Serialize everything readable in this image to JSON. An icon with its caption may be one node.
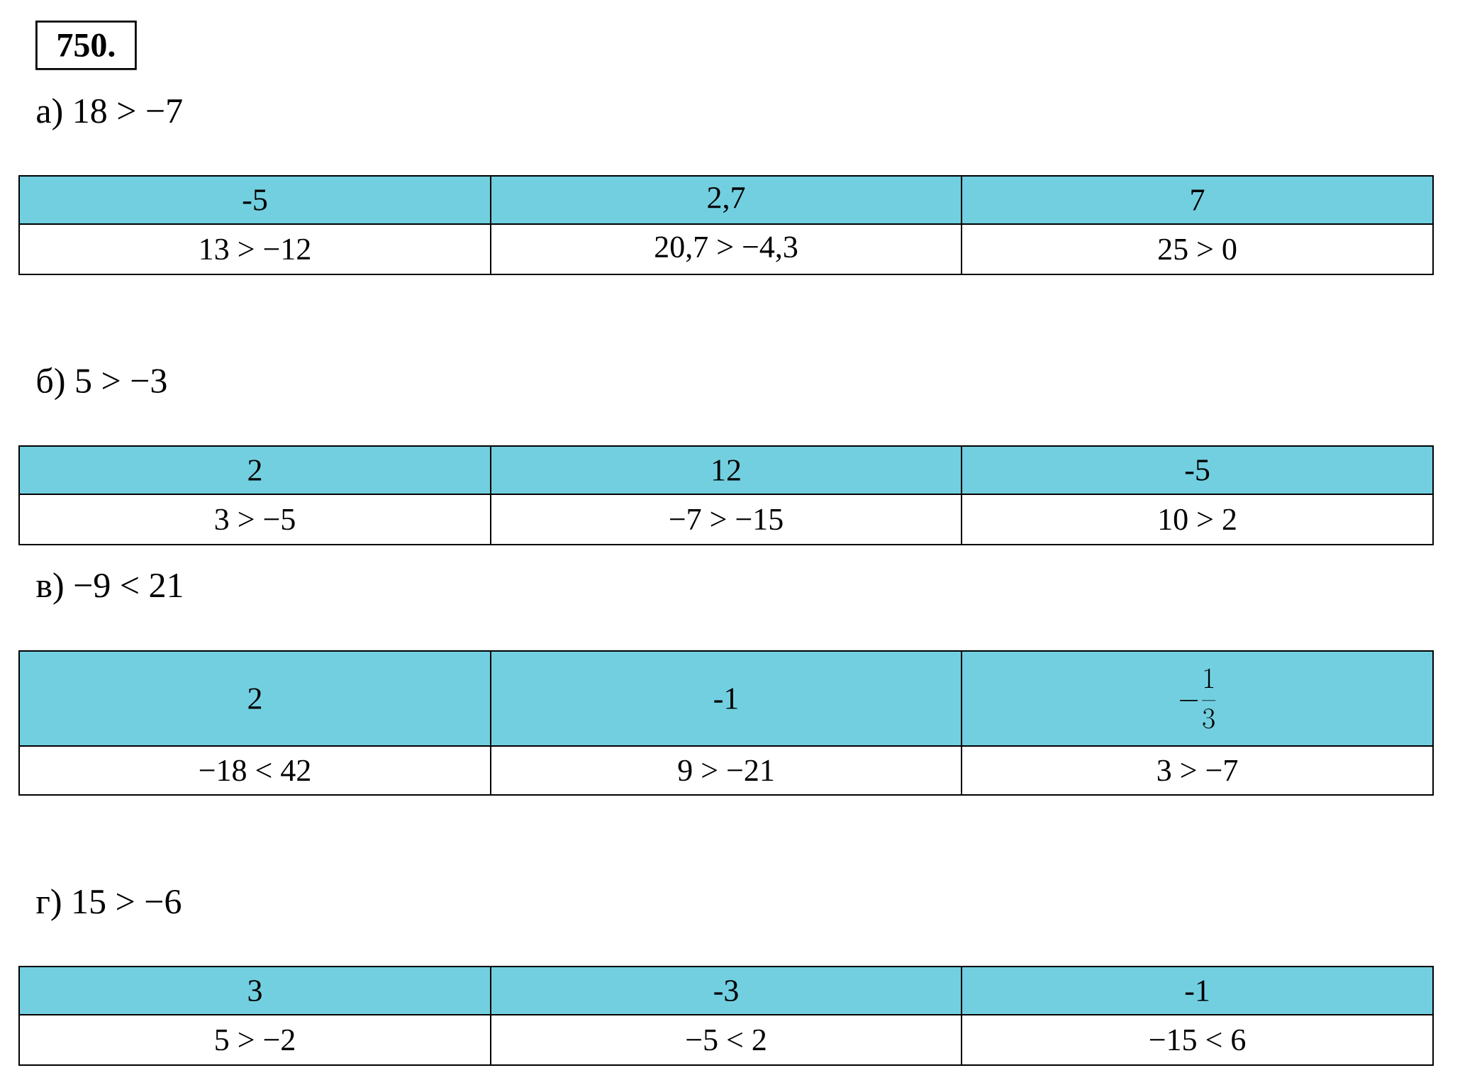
{
  "diagram": {
    "nodes": [
      {
        "text": [
          "750."
        ]
      }
    ],
    "labels": [
      "а) 18 > −7",
      "-5",
      "2,7",
      "7",
      "13 > −12",
      "20,7 > −4,3",
      "25 > 0",
      "б) 5 > −3",
      "2",
      "12",
      "-5",
      "3 > −5",
      "−7 > −15",
      "10 > 2",
      "в) −9 < 21",
      "2",
      "-1",
      "-\\frac{1}{3}",
      "−18 < 42",
      "9 > −21",
      "3 > −7",
      "г) 15 > −6",
      "3",
      "-3",
      "-1",
      "5 > −2",
      "−5 < 2",
      "−15 < 6"
    ]
  }
}
